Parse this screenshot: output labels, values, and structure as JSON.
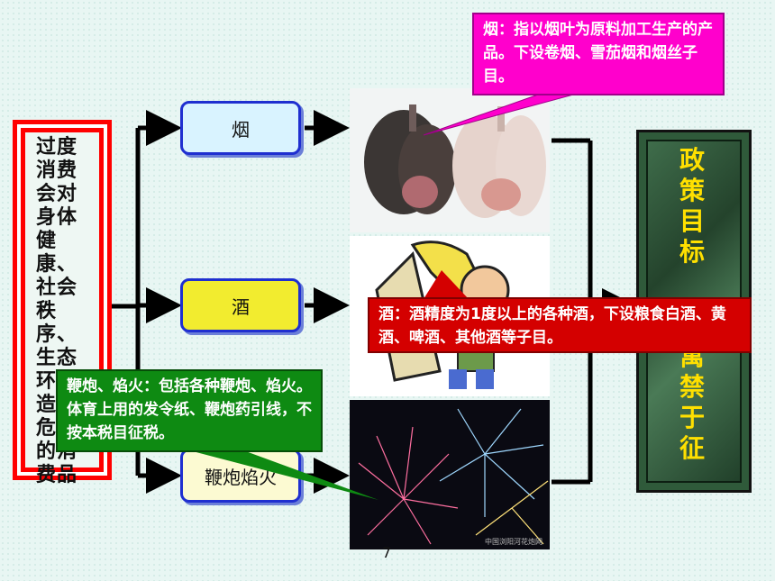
{
  "left_box": {
    "text": "过度消费会对身体健康、社会秩序、生态环境造成危害的消费品"
  },
  "items": [
    {
      "label": "烟"
    },
    {
      "label": "酒"
    },
    {
      "label": "鞭炮焰火"
    }
  ],
  "right_box": {
    "line1": "政策目标",
    "line2": "寓禁于征"
  },
  "callouts": {
    "yan": "烟：指以烟叶为原料加工生产的产品。下设卷烟、雪茄烟和烟丝子目。",
    "jiu": "酒：酒精度为1度以上的各种酒，下设粮食白酒、黄酒、啤酒、其他酒等子目。",
    "bian": "鞭炮、焰火：包括各种鞭炮、焰火。体育上用的发令纸、鞭炮药引线，不按本税目征税。"
  },
  "photo_watermark": "中国浏阳河花炮网",
  "page_number": "7",
  "colors": {
    "left_border": "#ff0000",
    "right_box": "#2f5a3a",
    "right_text": "#ffe000",
    "callout_yan": "#ff00cc",
    "callout_jiu": "#d40000",
    "callout_bian": "#0e8a12"
  }
}
